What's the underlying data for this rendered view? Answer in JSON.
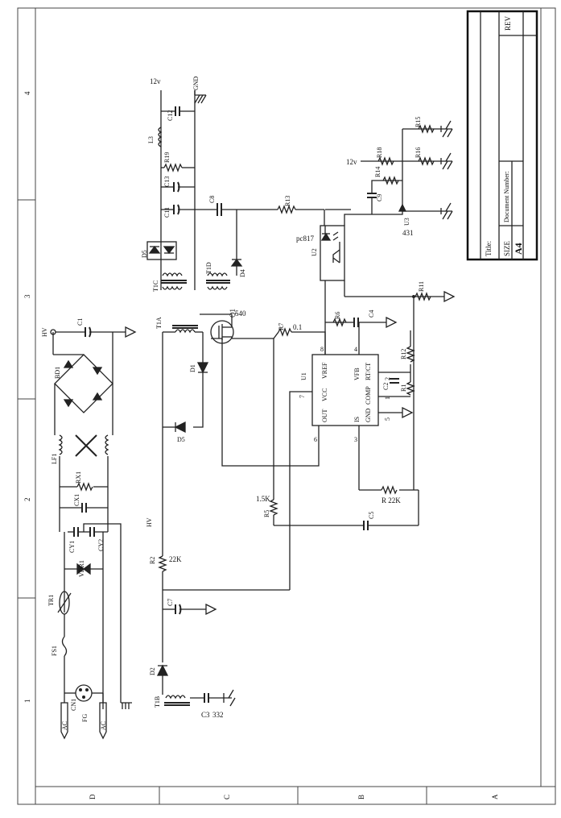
{
  "title_block": {
    "title_label": "Title:",
    "size_label": "SIZE",
    "size_value": "A4",
    "number_label": "Document Number:",
    "rev_label": "REV"
  },
  "border": {
    "row_numbers": [
      "4",
      "3",
      "2",
      "1"
    ],
    "col_letters": [
      "D",
      "C",
      "B",
      "A"
    ]
  },
  "nets": {
    "vcc_12v_1": "12v",
    "vcc_12v_2": "12v",
    "gnd": "GND",
    "hv_1": "HV",
    "hv_2": "HV",
    "ac_1": "AC",
    "ac_2": "AC"
  },
  "parts": {
    "c12": "C12",
    "l3": "L3",
    "r19": "R19",
    "c13": "C13",
    "c11": "C11",
    "d5_top": "D5",
    "t1c": "T1C",
    "c8": "C8",
    "r13": "R13",
    "t1d": "T1D",
    "d4": "D4",
    "pc817": "pc817",
    "u2": "U2",
    "r18": "R18",
    "r15": "R15",
    "r16": "R16",
    "r14": "R14",
    "c9": "C9",
    "u3": "U3",
    "u3_part": "431",
    "r11": "R11",
    "r6": "R6",
    "c4": "C4",
    "q1": "Q1",
    "q1_part": "540",
    "r7": "R7",
    "r7_val": "0.1",
    "t1a": "T1A",
    "d1": "D1",
    "d5_mid": "D5",
    "u1": "U1",
    "pin_vref": "VREF",
    "pin_rt": "RT/CT",
    "pin_vcc": "VCC",
    "pin_comp": "COMP",
    "pin_out": "OUT",
    "pin_gnd": "GND",
    "pin_is": "IS",
    "pin_vfb": "VFB",
    "pin8": "8",
    "pin4": "4",
    "pin7": "7",
    "pin6": "6",
    "pin5": "5",
    "pin3": "3",
    "pin2": "2",
    "pin1": "1",
    "r12": "R12",
    "c2": "C2",
    "r1": "R1",
    "r22k": "R 22K",
    "r5": "R5",
    "r5_val": "1.5K",
    "c5": "C5",
    "r2": "R2",
    "r2_val": "22K",
    "c7": "C7",
    "d2": "D2",
    "t1b": "T1B",
    "c3": "C3",
    "c3_val": "332",
    "c1": "C1",
    "bd1": "BD1",
    "lf1": "LF1",
    "rx1": "RX1",
    "cx1": "CX1",
    "cy1": "CY1",
    "cy2": "CY2",
    "vdr1": "VDR1",
    "tr1": "TR1",
    "fs1": "FS1",
    "cn1": "CN1",
    "fg": "FG"
  }
}
